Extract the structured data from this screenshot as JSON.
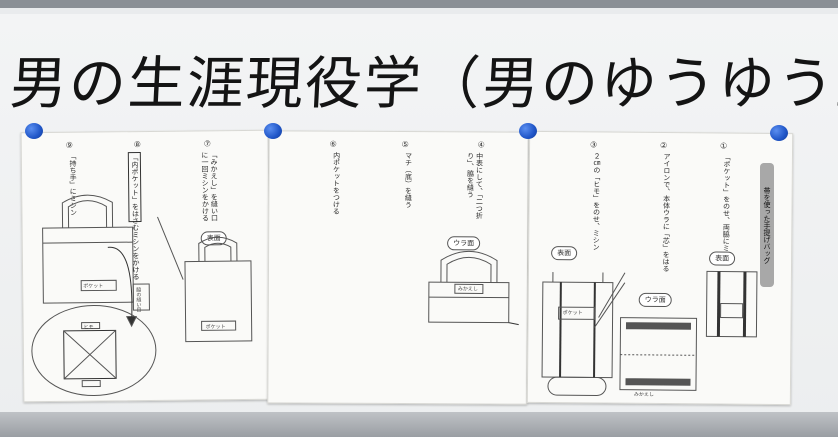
{
  "headline": "男の生涯現役学（男のゆうゆう塾）",
  "panel_title": "帯を使った手提げバッグ",
  "steps": [
    {
      "num": "①",
      "text": "「ポケット」をのせ、両脇にミシン"
    },
    {
      "num": "②",
      "text": "アイロンで、本体ウラに「芯」をはる"
    },
    {
      "num": "③",
      "text": "２㎝の「ヒモ」をのせ、ミシン"
    },
    {
      "num": "④",
      "text": "中表にして、「二つ折り」、脇を縫う"
    },
    {
      "num": "⑤",
      "text": "マチ（底）を縫う"
    },
    {
      "num": "⑥",
      "text": "内ポケットをつける"
    },
    {
      "num": "⑦",
      "text": "「みかえし」を縫い口に一回ミシンをかける"
    },
    {
      "num": "⑧",
      "text": "「内ポケット」をはさむミシンをかける"
    },
    {
      "num": "⑨",
      "text": "「持ち手」にミシン"
    }
  ],
  "labels": {
    "omote1": "表面",
    "omote2": "表面",
    "omote3": "表面",
    "ura1": "ウラ面",
    "ura2": "ウラ面",
    "pocket1": "ポケット",
    "pocket2": "ポケット",
    "mikaeshi1": "みかえし",
    "mikaeshi2": "みかえし",
    "himo": "ヒモ",
    "side_note": "脇の縫い目"
  }
}
